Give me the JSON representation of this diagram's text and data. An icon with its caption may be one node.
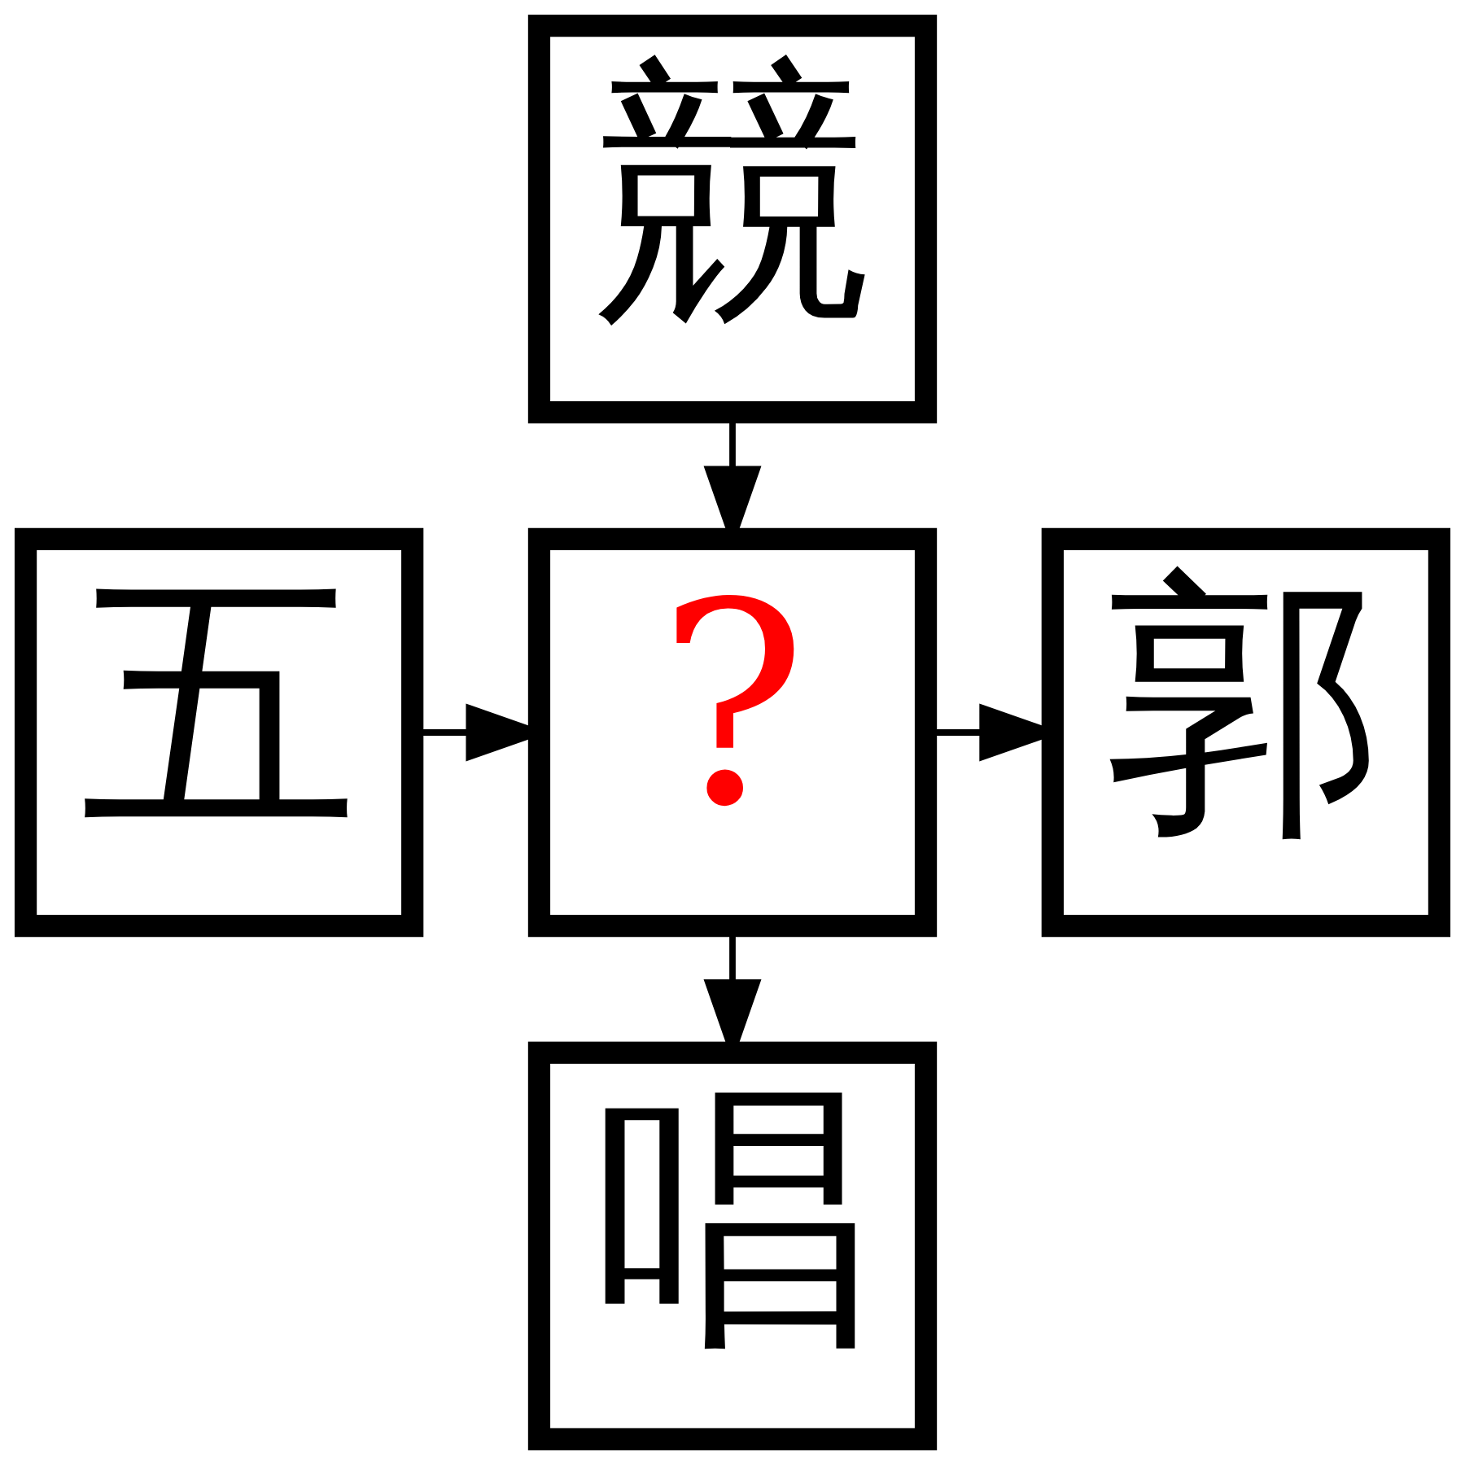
{
  "diagram": {
    "nodes": [
      {
        "text": [
          "競"
        ]
      },
      {
        "text": [
          "五"
        ]
      },
      {
        "text": [
          "?"
        ]
      },
      {
        "text": [
          "郭"
        ]
      },
      {
        "text": [
          "唱"
        ]
      }
    ],
    "edges": [
      {
        "from": 0,
        "to": 2,
        "arrow": "to"
      },
      {
        "from": 1,
        "to": 2,
        "arrow": "to"
      },
      {
        "from": 2,
        "to": 3,
        "arrow": "to"
      },
      {
        "from": 2,
        "to": 4,
        "arrow": "to"
      }
    ]
  }
}
